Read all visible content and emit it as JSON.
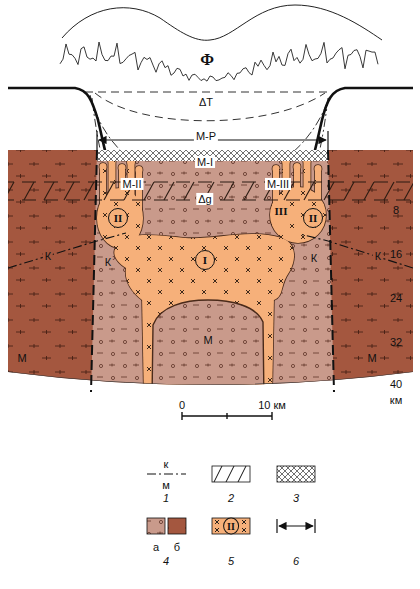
{
  "diagram": {
    "nodes": [
      {
        "text": [
          "II"
        ]
      },
      {
        "text": [
          "II"
        ]
      },
      {
        "text": [
          "I"
        ]
      }
    ],
    "labels": [
      "Ф",
      "ΔT",
      "М-Р",
      "М-I",
      "М-II",
      "Δg",
      "М-III",
      "III",
      "8",
      "16",
      "24",
      "32",
      "40",
      "км",
      "К",
      "К",
      "К",
      "К",
      "М",
      "М",
      "М",
      "0",
      "10 км",
      "м",
      "к",
      "а",
      "б",
      "II"
    ],
    "legend": [
      {
        "text": "1"
      },
      {
        "text": "2"
      },
      {
        "text": "3"
      },
      {
        "text": "4"
      },
      {
        "text": "5",
        "color": "#f6b07a"
      },
      {
        "text": "6"
      }
    ]
  }
}
